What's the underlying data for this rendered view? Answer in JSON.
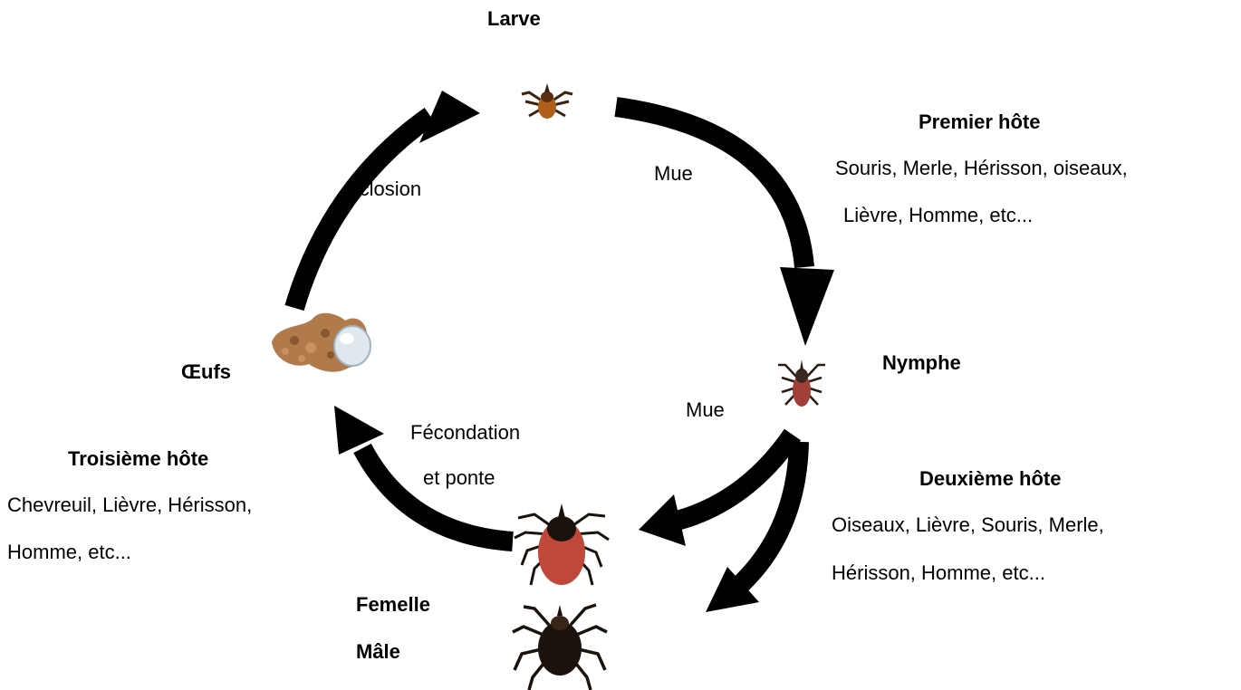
{
  "stages": {
    "larve": "Larve",
    "nymphe": "Nymphe",
    "oeufs": "Œufs",
    "femelle": "Femelle",
    "male": "Mâle"
  },
  "transitions": {
    "eclosion": "Eclosion",
    "mue_1": "Mue",
    "mue_2": "Mue",
    "fecondation_1": "Fécondation",
    "fecondation_2": "et ponte"
  },
  "hosts": {
    "premier": {
      "title": "Premier hôte",
      "line1": "Souris, Merle, Hérisson, oiseaux,",
      "line2": "Lièvre, Homme, etc..."
    },
    "deuxieme": {
      "title": "Deuxième hôte",
      "line1": "Oiseaux, Lièvre, Souris, Merle,",
      "line2": "Hérisson, Homme, etc..."
    },
    "troisieme": {
      "title": "Troisième hôte",
      "line1": "Chevreuil,  Lièvre, Hérisson,",
      "line2": "Homme, etc..."
    }
  },
  "colors": {
    "arrow": "#000000",
    "tick_body_female": "#c0483a",
    "tick_body_male": "#1a120c",
    "larva_body": "#b0601a",
    "egg_mass": "#b07a4a"
  },
  "icons": [
    "larva-tick-icon",
    "nymph-tick-icon",
    "female-tick-icon",
    "male-tick-icon",
    "egg-mass-icon"
  ]
}
